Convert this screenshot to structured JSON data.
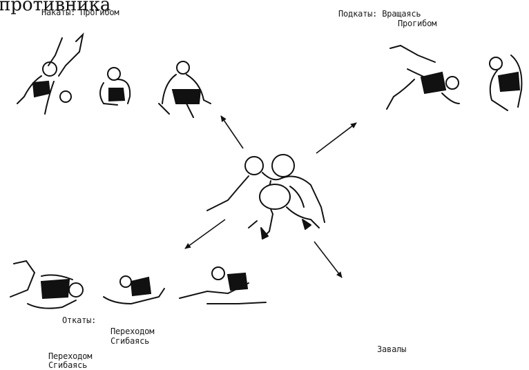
{
  "header": {
    "cut_text": "противника"
  },
  "groups": {
    "nakaty": {
      "label": "Накаты: Прогибом"
    },
    "podkaty": {
      "label_1": "Подкаты: Вращаясь",
      "label_2": "Прогибом"
    },
    "otkaty": {
      "label": "Откаты:",
      "sub1_1": "Переходом",
      "sub1_2": "Сгибаясь",
      "sub2_1": "Переходом",
      "sub2_2": "Сгибаясь"
    },
    "zavaly": {
      "label": "Завалы"
    }
  },
  "colors": {
    "ink": "#111111",
    "paper": "#ffffff"
  }
}
